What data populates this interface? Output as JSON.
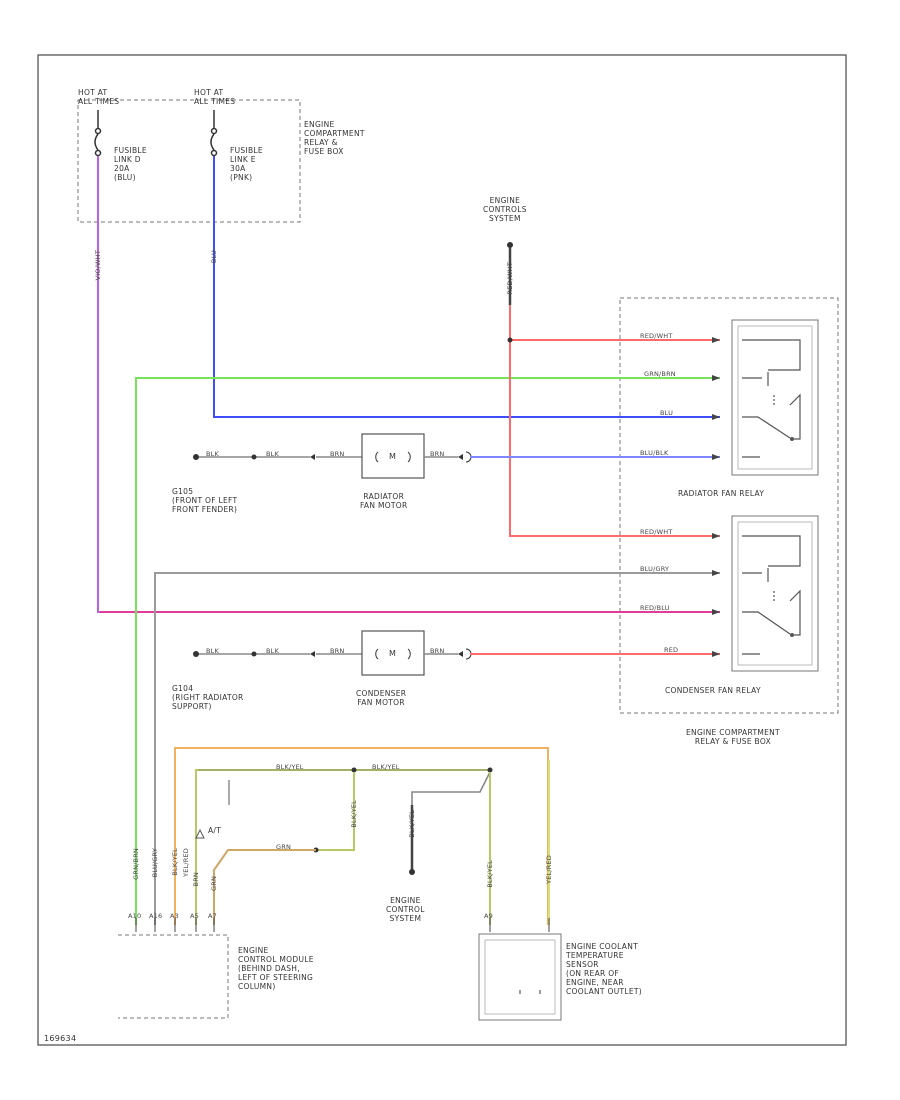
{
  "colors": {
    "red": "#ff6b6b",
    "green": "#77e35a",
    "blue": "#3d4dff",
    "violet": "#c060e0",
    "pink": "#e03a9a",
    "gray": "#9a9a9a",
    "orange": "#f2b15e",
    "yellow": "#d8e07a",
    "dark": "#444444"
  },
  "labels": {
    "hot1": "HOT AT\nALL TIMES",
    "hot2": "HOT AT\nALL TIMES",
    "fuse1": "FUSIBLE\nLINK D\n20A\n(BLU)",
    "fuse2": "FUSIBLE\nLINK E\n30A\n(PNK)",
    "fusebox_top": "ENGINE\nCOMPARTMENT\nRELAY &\nFUSE BOX",
    "ecs_top": "ENGINE\nCONTROLS\nSYSTEM",
    "g105": "G105\n(FRONT OF LEFT\nFRONT FENDER)",
    "rad_motor": "RADIATOR\nFAN MOTOR",
    "rad_relay": "RADIATOR FAN RELAY",
    "g104": "G104\n(RIGHT RADIATOR\nSUPPORT)",
    "cond_motor": "CONDENSER\nFAN MOTOR",
    "cond_relay": "CONDENSER FAN RELAY",
    "fusebox_bottom": "ENGINE COMPARTMENT\nRELAY & FUSE BOX",
    "at": "A/T",
    "ecs_bottom": "ENGINE\nCONTROL\nSYSTEM",
    "ecm": "ENGINE\nCONTROL MODULE\n(BEHIND DASH,\nLEFT OF STEERING\nCOLUMN)",
    "ect": "ENGINE COOLANT\nTEMPERATURE\nSENSOR\n(ON REAR OF\nENGINE, NEAR\nCOOLANT OUTLET)",
    "motor_m1": "M",
    "motor_m2": "M"
  },
  "wires": {
    "violet_v": "VIO/WHT",
    "blue_v": "BLU",
    "ecs_v": "RED/WHT",
    "red1": "RED/WHT",
    "green": "GRN/BRN",
    "blue": "BLU",
    "rad_gnd1": "BLK",
    "rad_gnd2": "BLK",
    "rad_m_l": "BRN",
    "rad_m_r": "BRN",
    "blue2": "BLU/BLK",
    "red2": "RED/WHT",
    "gray": "BLU/GRY",
    "pink": "RED/BLU",
    "cond_gnd1": "BLK",
    "cond_gnd2": "BLK",
    "cond_m_l": "BRN",
    "cond_m_r": "BRN",
    "red3": "RED",
    "yel1": "BLK/YEL",
    "yel2": "BLK/YEL",
    "yel_v": "BLK/YEL",
    "grn_at": "GRN",
    "ecs_drop": "BLK/YEL",
    "ect_l": "BLK/YEL",
    "ect_r": "YEL/RED",
    "c1": "GRN/BRN",
    "c2": "BLU/GRY",
    "c3": "BLK/YEL",
    "c4": "YEL/RED",
    "c5": "BRN",
    "c6": "GRN"
  },
  "pins": {
    "p1": "A10",
    "p2": "A16",
    "p3": "A3",
    "p4": "A5",
    "p5": "A7",
    "p6": "A9"
  },
  "caption": "169634"
}
